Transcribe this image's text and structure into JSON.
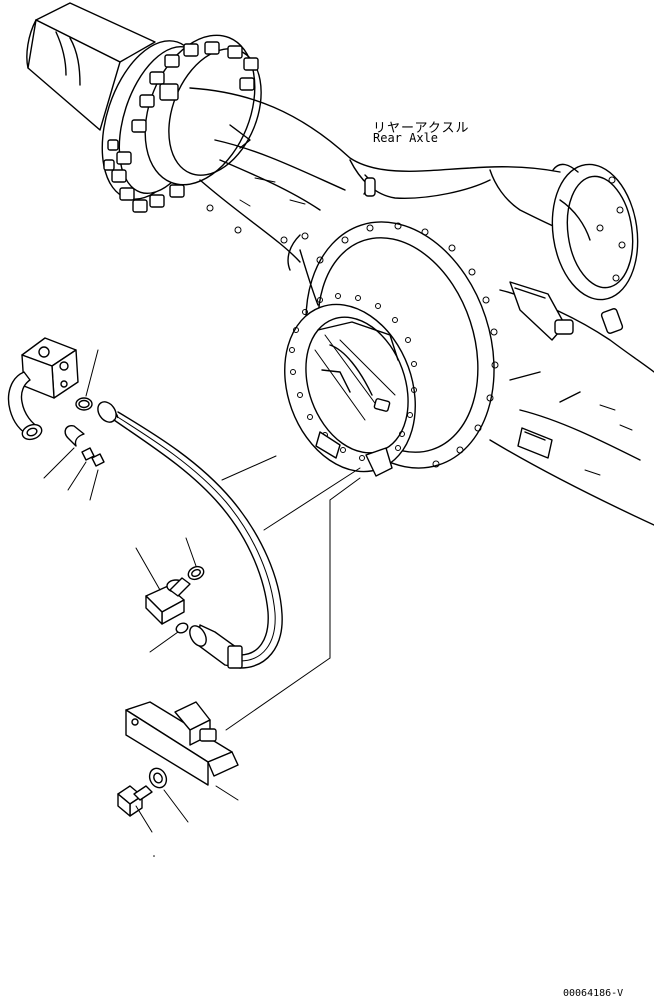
{
  "labels": {
    "part_name_jp": "リヤーアクスル",
    "part_name_en": "Rear Axle",
    "drawing_code": "00064186-V"
  },
  "colors": {
    "line": "#000000",
    "background": "#ffffff"
  }
}
